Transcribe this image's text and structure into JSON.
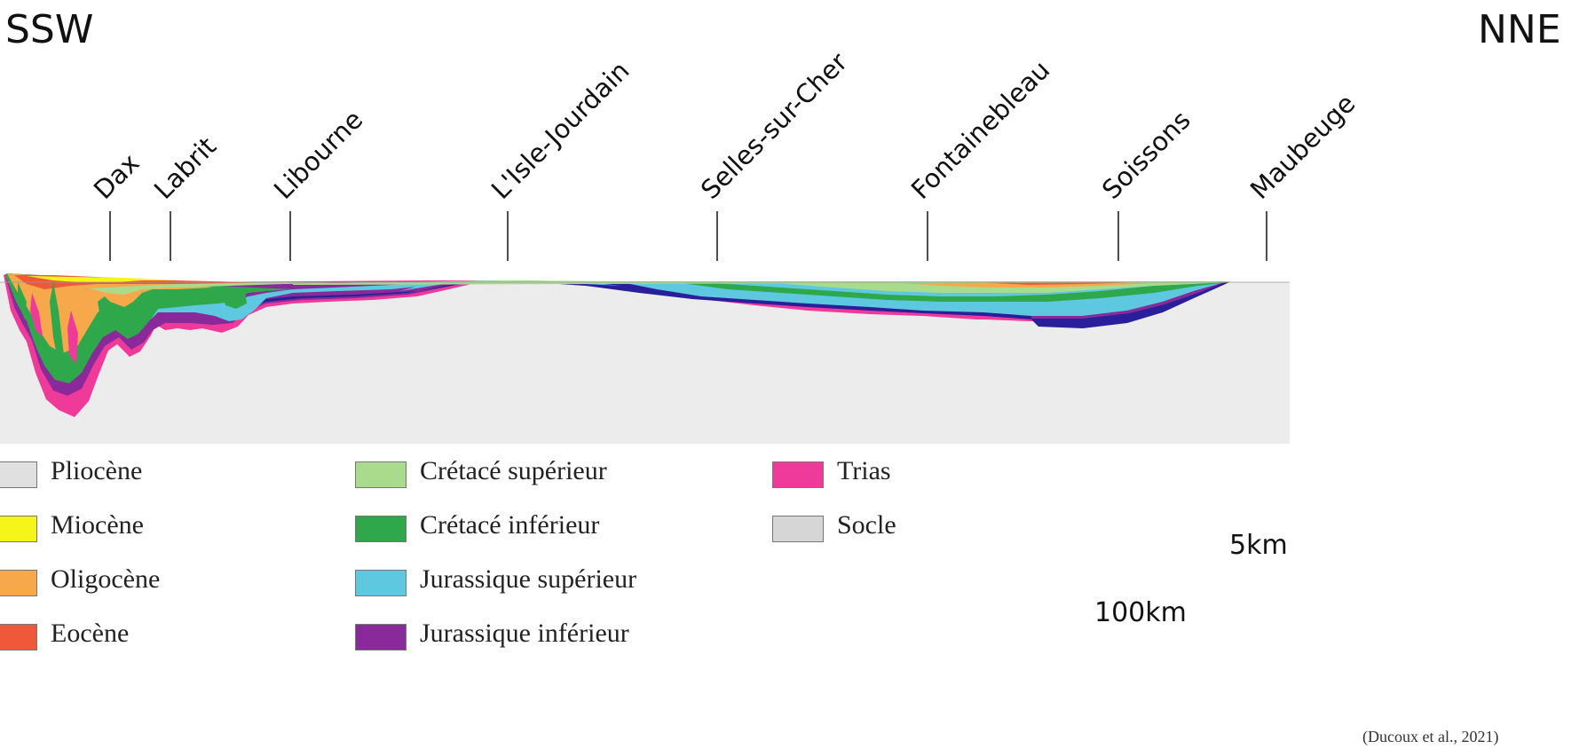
{
  "orientation": {
    "left": "SSW",
    "right": "NNE"
  },
  "towns": [
    "Dax",
    "Labrit",
    "Libourne",
    "L'Isle-Jourdain",
    "Selles-sur-Cher",
    "Fontainebleau",
    "Soissons",
    "Maubeuge"
  ],
  "legend": [
    {
      "label": "Pliocène",
      "color": "#e0e0e0"
    },
    {
      "label": "Miocène",
      "color": "#f5f51a"
    },
    {
      "label": "Oligocène",
      "color": "#f7a84a"
    },
    {
      "label": "Eocène",
      "color": "#f0583a"
    },
    {
      "label": "Crétacé supérieur",
      "color": "#a8dc8c"
    },
    {
      "label": "Crétacé inférieur",
      "color": "#2ea84a"
    },
    {
      "label": "Jurassique supérieur",
      "color": "#5ec8e0"
    },
    {
      "label": "Jurassique inférieur",
      "color": "#8a2a9a"
    },
    {
      "label": "Trias",
      "color": "#f03a9a"
    },
    {
      "label": "Socle",
      "color": "#d6d6d6"
    }
  ],
  "scale": {
    "vertical": "5km",
    "horizontal": "100km"
  },
  "colors": {
    "basement": "#ececec",
    "jurassic_dark": "#2a1f9a",
    "tick": "#222222"
  },
  "source_note": "(Ducoux et al., 2021)"
}
